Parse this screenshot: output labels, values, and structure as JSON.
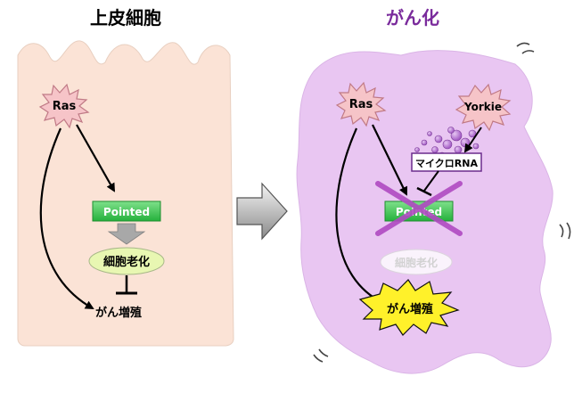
{
  "left_panel": {
    "title": "上皮細胞",
    "ras_label": "Ras",
    "pointed_label": "Pointed",
    "senescence_label": "細胞老化",
    "proliferation_label": "がん増殖"
  },
  "right_panel": {
    "title": "がん化",
    "ras_label": "Ras",
    "yorkie_label": "Yorkie",
    "microrna_label": "マイクロRNA",
    "pointed_label": "Pointed",
    "senescence_label": "細胞老化",
    "proliferation_label": "がん増殖"
  },
  "colors": {
    "left_cell_fill": "#fbe3d6",
    "right_cell_fill": "#e9c6f2",
    "right_title": "#7a2b9c",
    "star_fill": "#f6c4c8",
    "star_stroke": "#c07a86",
    "pointed_fill": "#3fce55",
    "senescence_fill": "#e8f7b2",
    "burst_fill": "#fff12a",
    "microrna_border": "#6a2b8c",
    "cross": "#b04ac2",
    "bubbles": "#a25bc0"
  }
}
